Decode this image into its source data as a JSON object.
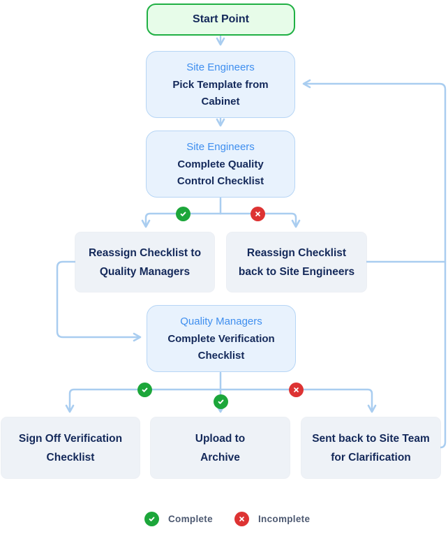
{
  "nodes": {
    "start": {
      "label": "Start Point"
    },
    "pick_template": {
      "role": "Site Engineers",
      "label": "Pick Template from\nCabinet"
    },
    "qc_checklist": {
      "role": "Site Engineers",
      "label": "Complete Quality\nControl Checklist"
    },
    "reassign_qm": {
      "label": "Reassign Checklist to\nQuality Managers"
    },
    "reassign_se": {
      "label": "Reassign Checklist\nback to Site Engineers"
    },
    "verification": {
      "role": "Quality Managers",
      "label": "Complete Verification\nChecklist"
    },
    "sign_off": {
      "label": "Sign Off Verification\nChecklist"
    },
    "upload": {
      "label": "Upload to\nArchive"
    },
    "sent_back": {
      "label": "Sent back to Site Team\nfor Clarification"
    }
  },
  "legend": {
    "complete": "Complete",
    "incomplete": "Incomplete"
  },
  "icons": {
    "complete": "check-icon",
    "incomplete": "cross-icon"
  },
  "colors": {
    "connector": "#a9cdf0",
    "complete_green": "#1ca63a",
    "incomplete_red": "#dd3333",
    "role_blue": "#3e8eef",
    "text_navy": "#14295a",
    "blue_node_bg": "#e8f2fd",
    "blue_node_border": "#b6d5f5",
    "start_bg": "#e7fce9",
    "start_border": "#20b044",
    "gray_node_bg": "#eef2f7"
  }
}
